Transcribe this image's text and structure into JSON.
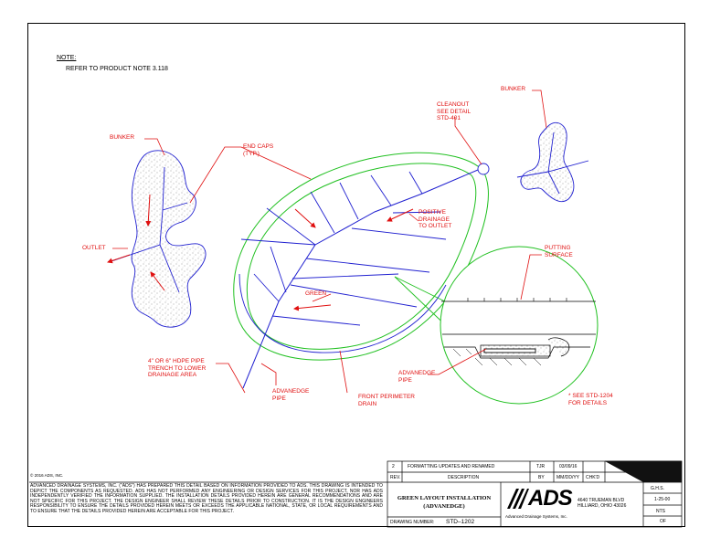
{
  "note": {
    "title": "NOTE:",
    "body": "REFER TO PRODUCT NOTE 3.118"
  },
  "labels": {
    "bunker_left": "BUNKER",
    "bunker_right": "BUNKER",
    "end_caps": "END CAPS\n(TYP.)",
    "cleanout": "CLEANOUT\nSEE DETAIL\nSTD-401",
    "outlet": "OUTLET",
    "positive_drainage": "POSITIVE\nDRAINAGE\nTO OUTLET",
    "putting_surface": "PUTTING\nSURFACE",
    "green": "GREEN",
    "hdpe_pipe": "4\" OR 6\" HDPE PIPE\nTRENCH TO LOWER\nDRAINAGE AREA",
    "advanedge_pipe_left": "ADVANEDGE\nPIPE",
    "front_perimeter": "FRONT PERIMETER\nDRAIN",
    "advanedge_pipe_right": "ADVANEDGE\nPIPE",
    "see_std": "* SEE STD-1204\nFOR DETAILS"
  },
  "copyright": "© 2016 ADS, INC.",
  "disclaimer": "ADVANCED DRAINAGE SYSTEMS, INC. (\"ADS\") HAS PREPARED THIS DETAIL BASED ON INFORMATION PROVIDED TO ADS. THIS DRAWING IS INTENDED TO DEPICT THE COMPONENTS AS REQUESTED. ADS HAS NOT PERFORMED ANY ENGINEERING OR DESIGN SERVICES FOR THIS PROJECT, NOR HAS ADS INDEPENDENTLY VERIFIED THE INFORMATION SUPPLIED. THE INSTALLATION DETAILS PROVIDED HEREIN ARE GENERAL RECOMMENDATIONS AND ARE NOT SPECIFIC FOR THIS PROJECT. THE DESIGN ENGINEER SHALL REVIEW THESE DETAILS PRIOR TO CONSTRUCTION. IT IS THE DESIGN ENGINEERS RESPONSIBILITY TO ENSURE THE DETAILS PROVIDED HEREIN MEETS OR EXCEEDS THE APPLICABLE NATIONAL, STATE, OR LOCAL REQUIREMENTS AND TO ENSURE THAT THE DETAILS PROVIDED HEREIN ARE ACCEPTABLE FOR THIS PROJECT.",
  "revision": {
    "rev": "2",
    "description": "FORMATTING UPDATES AND RENAMED",
    "by": "TJR",
    "date": "03/09/16",
    "headers": {
      "rev": "REV.",
      "description": "DESCRIPTION",
      "by": "BY",
      "date": "MM/DD/YY",
      "chkd": "CHK'D"
    }
  },
  "title_block": {
    "title": "GREEN LAYOUT INSTALLATION\n(ADVANEDGE)",
    "drawing_number_label": "DRAWING NUMBER:",
    "drawing_number": "STD–1202",
    "logo": "ADS",
    "company": "Advanced Drainage Systems, Inc.",
    "address": "4640 TRUEMAN BLVD\nHILLIARD, OHIO 43026",
    "drawn_by": "G.H.S.",
    "date": "1-25-00",
    "scale": "NTS",
    "sheet": "OF"
  },
  "colors": {
    "pipe": "#2020d0",
    "green_outline": "#20c020",
    "leader": "#e01010",
    "line": "#000000"
  }
}
